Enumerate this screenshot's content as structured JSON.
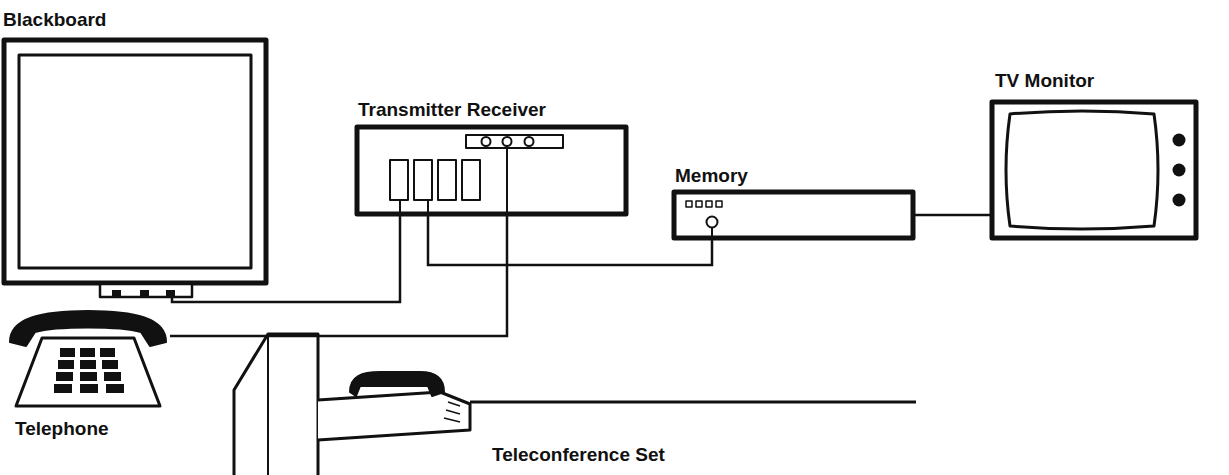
{
  "diagram": {
    "nodes": [
      {
        "text": [
          "Blackboard"
        ]
      },
      {
        "text": [
          "Transmitter Receiver"
        ]
      },
      {
        "text": [
          "Memory"
        ]
      },
      {
        "text": [
          "TV Monitor"
        ]
      },
      {
        "text": [
          "Telephone"
        ]
      },
      {
        "text": [
          "Teleconference Set"
        ]
      }
    ],
    "edges": [
      {
        "from": 0,
        "to": 1,
        "arrow": "none"
      },
      {
        "from": 1,
        "to": 2,
        "arrow": "none"
      },
      {
        "from": 2,
        "to": 3,
        "arrow": "none"
      },
      {
        "from": 4,
        "to": 1,
        "arrow": "none"
      }
    ]
  }
}
